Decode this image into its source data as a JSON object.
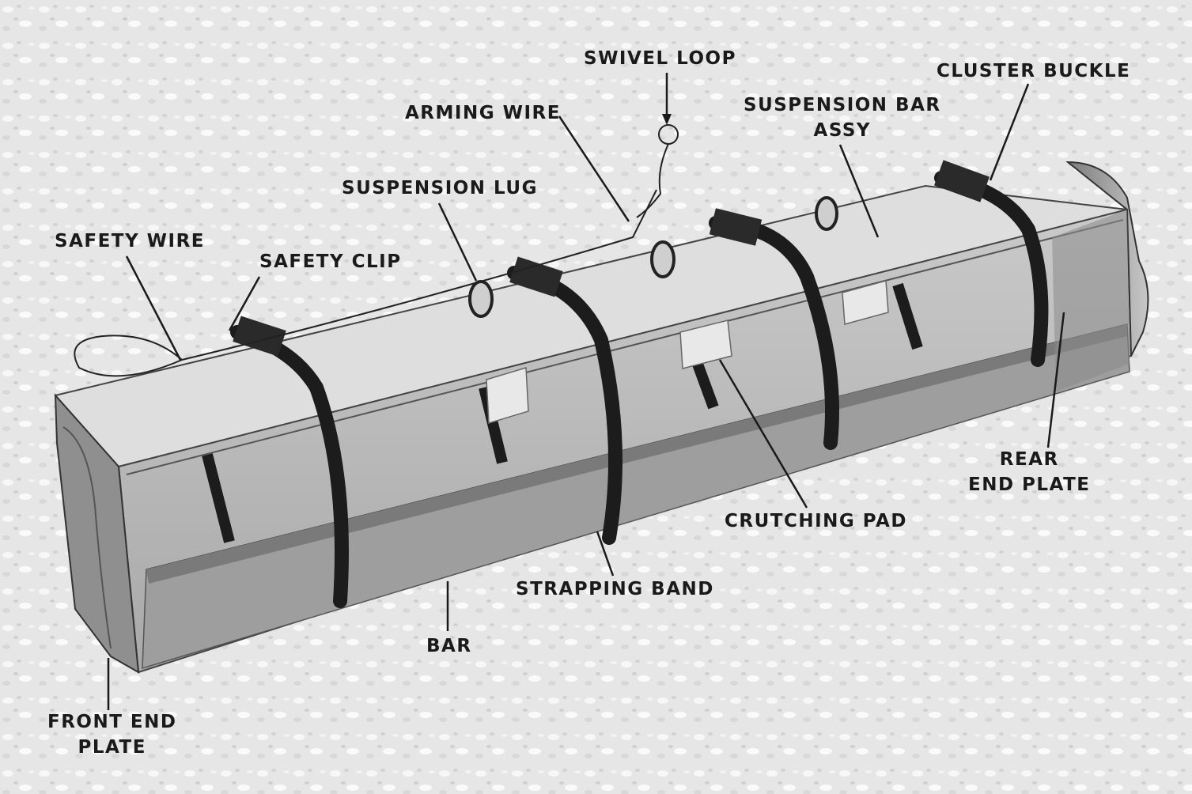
{
  "labels": {
    "swivel_loop": "SWIVEL LOOP",
    "cluster_buckle": "CLUSTER BUCKLE",
    "arming_wire": "ARMING WIRE",
    "suspension_bar_assy_line1": "SUSPENSION BAR",
    "suspension_bar_assy_line2": "ASSY",
    "suspension_lug": "SUSPENSION LUG",
    "safety_wire": "SAFETY WIRE",
    "safety_clip": "SAFETY CLIP",
    "rear_end_plate_line1": "REAR",
    "rear_end_plate_line2": "END PLATE",
    "crutching_pad": "CRUTCHING PAD",
    "strapping_band": "STRAPPING BAND",
    "bar": "BAR",
    "front_end_plate_line1": "FRONT END",
    "front_end_plate_line2": "PLATE"
  },
  "colors": {
    "background": "#e9e9e9",
    "body_top": "#dcdcdc",
    "body_side": "#b9b9b9",
    "bar_channel": "#9a9a9a",
    "band": "#1c1c1c",
    "leader": "#1a1a1a"
  }
}
